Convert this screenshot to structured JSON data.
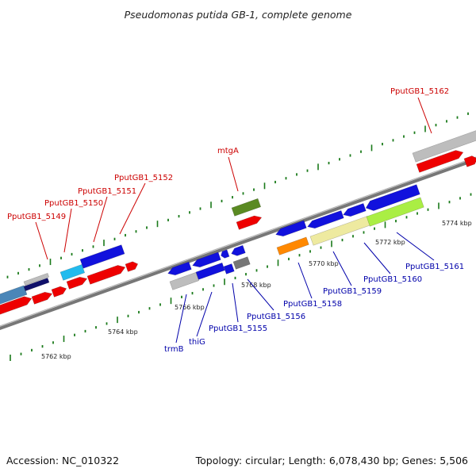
{
  "title": "Pseudomonas putida GB-1, complete genome",
  "footer": {
    "accession": "Accession: NC_010322",
    "summary": "Topology: circular; Length: 6,078,430 bp; Genes: 5,506"
  },
  "colors": {
    "forward_label": "#cc0000",
    "reverse_label": "#0000aa",
    "tick": "#1a7a1a",
    "backbone": "#8c8c8c",
    "red": "#ee0000",
    "blue": "#1111dd",
    "gray": "#bdbdbd",
    "darkgray": "#777777",
    "steel": "#4a86b8",
    "navy": "#10106a",
    "cyan": "#22bbee",
    "olive": "#5a8a22",
    "orange": "#ff8800",
    "khaki": "#eeeaa0",
    "lime": "#aaee44"
  },
  "kbp_labels": [
    "5762 kbp",
    "5764 kbp",
    "5766 kbp",
    "5768 kbp",
    "5770 kbp",
    "5772 kbp",
    "5774 kbp"
  ],
  "forward_labels": [
    "PputGB1_5149",
    "PputGB1_5150",
    "PputGB1_5151",
    "PputGB1_5152",
    "mtgA",
    "PputGB1_5162"
  ],
  "reverse_labels": [
    "trmB",
    "thiG",
    "PputGB1_5155",
    "PputGB1_5156",
    "PputGB1_5158",
    "PputGB1_5159",
    "PputGB1_5160",
    "PputGB1_5161"
  ]
}
